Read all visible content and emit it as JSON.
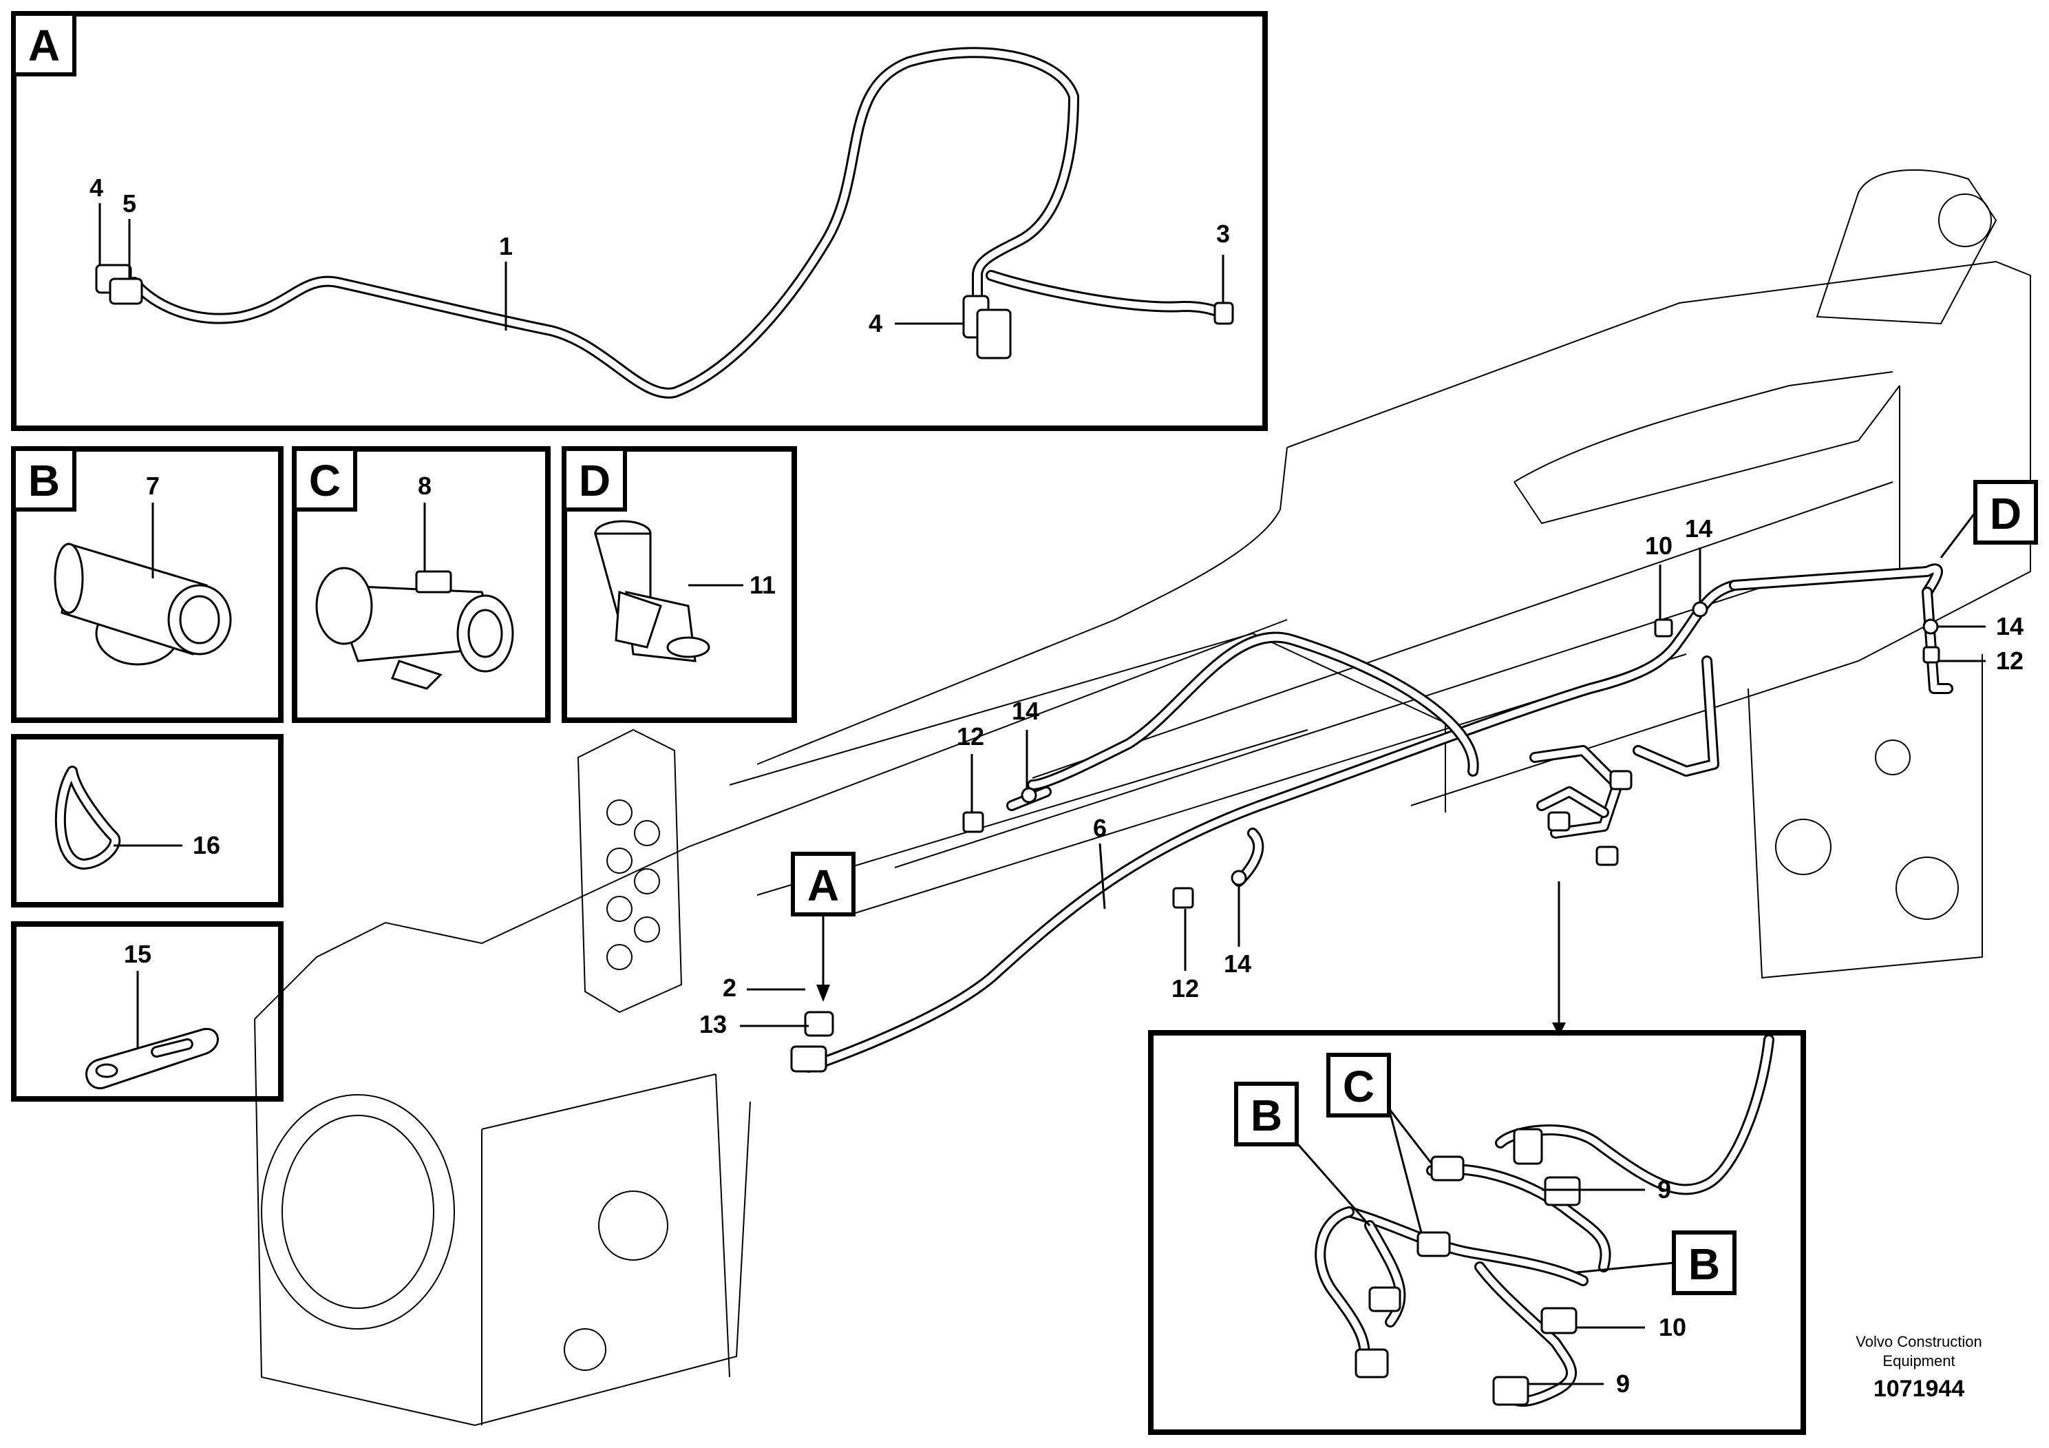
{
  "panels": {
    "A": {
      "letter": "A",
      "labels": [
        "1",
        "3",
        "4",
        "4",
        "5"
      ]
    },
    "B": {
      "letter": "B",
      "label": "7"
    },
    "C": {
      "letter": "C",
      "label": "8"
    },
    "D": {
      "letter": "D",
      "label": "11"
    },
    "clamp": {
      "label": "16"
    },
    "bracket": {
      "label": "15"
    }
  },
  "main_callouts": {
    "a_marker": "A",
    "d_marker": "D",
    "n2": "2",
    "n13": "13",
    "n6": "6",
    "n12_top": "12",
    "n14_top": "14",
    "n12_mid": "12",
    "n14_mid": "14",
    "n10": "10",
    "n14_d": "14",
    "n14_right": "14",
    "n12_right": "12"
  },
  "inset": {
    "b_left": "B",
    "c": "C",
    "b_right": "B",
    "n9_top": "9",
    "n10": "10",
    "n9_bottom": "9"
  },
  "footer": {
    "company_line1": "Volvo Construction",
    "company_line2": "Equipment",
    "doc_number": "1071944"
  }
}
